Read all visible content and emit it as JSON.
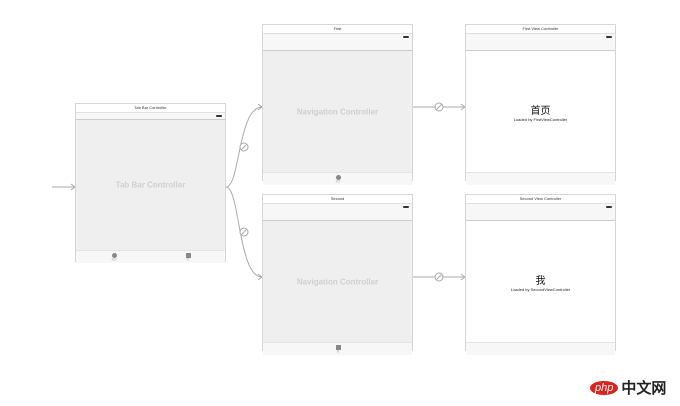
{
  "tab_bar_scene": {
    "title": "Tab Bar Controller",
    "label": "Tab Bar Controller",
    "tabs": [
      {
        "label": "首页",
        "icon": "circle"
      },
      {
        "label": "我",
        "icon": "square"
      }
    ]
  },
  "nav_scenes": [
    {
      "title": "First",
      "label": "Navigation Controller",
      "tab": {
        "label": "首页",
        "icon": "circle"
      }
    },
    {
      "title": "Second",
      "label": "Navigation Controller",
      "tab": {
        "label": "我",
        "icon": "square"
      }
    }
  ],
  "view_scenes": [
    {
      "title": "First View Controller",
      "heading": "首页",
      "subtitle": "Loaded by FirstViewController"
    },
    {
      "title": "Second View Controller",
      "heading": "我",
      "subtitle": "Loaded by SecondViewController"
    }
  ],
  "watermark": "php中文网"
}
